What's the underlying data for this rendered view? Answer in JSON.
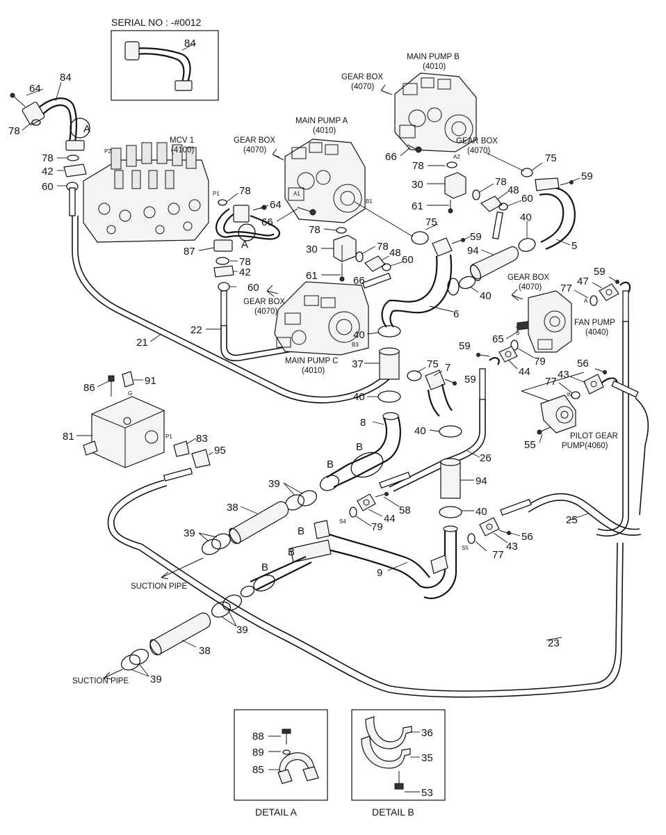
{
  "serial_no": "SERIAL NO : -#0012",
  "components": {
    "mcv1": [
      "MCV 1",
      "(4100)"
    ],
    "main_pump_a": [
      "MAIN PUMP A",
      "(4010)"
    ],
    "main_pump_b": [
      "MAIN PUMP B",
      "(4010)"
    ],
    "main_pump_c": [
      "MAIN PUMP C",
      "(4010)"
    ],
    "gear_box_a": [
      "GEAR BOX",
      "(4070)"
    ],
    "gear_box_b_left": [
      "GEAR BOX",
      "(4070)"
    ],
    "gear_box_b_right": [
      "GEAR BOX",
      "(4070)"
    ],
    "gear_box_c": [
      "GEAR BOX",
      "(4070)"
    ],
    "gear_box_fan": [
      "GEAR BOX",
      "(4070)"
    ],
    "fan_pump": [
      "FAN PUMP",
      "(4040)"
    ],
    "pilot_gear_pump": [
      "PILOT GEAR",
      "PUMP(4060)"
    ],
    "suction_pipe_1": "SUCTION PIPE",
    "suction_pipe_2": "SUCTION PIPE"
  },
  "port_labels": {
    "p2": "P2",
    "p1": "P1",
    "a1": "A1",
    "b1": "B1",
    "a2": "A2",
    "b3": "B3",
    "a": "A",
    "s": "S",
    "in": "IN",
    "g": "G",
    "p1_block": "P1",
    "s4": "S4",
    "s5": "S5"
  },
  "detail_letters": {
    "a_top": "A",
    "a_mid": "A",
    "b1": "B",
    "b2": "B",
    "b3": "B",
    "b4": "B",
    "b5": "B"
  },
  "part_numbers": {
    "n84_inset": "84",
    "n84": "84",
    "n64_tl": "64",
    "n78_tl": "78",
    "n78_b": "78",
    "n42_a": "42",
    "n60_a": "60",
    "n78_c": "78",
    "n64_b": "64",
    "n66_a": "66",
    "n87": "87",
    "n78_d": "78",
    "n42_b": "42",
    "n60_b": "60",
    "n78_e": "78",
    "n30_a": "30",
    "n78_f": "78",
    "n48_a": "48",
    "n60_c": "60",
    "n61_a": "61",
    "n66_b": "66",
    "n75_a": "75",
    "n59_a": "59",
    "n94_a": "94",
    "n66_c": "66",
    "n78_g": "78",
    "n30_b": "30",
    "n78_h": "78",
    "n48_b": "48",
    "n60_d": "60",
    "n61_b": "61",
    "n75_b": "75",
    "n59_b": "59",
    "n40_a": "40",
    "n5": "5",
    "n40_b": "40",
    "n6": "6",
    "n40_c": "40",
    "n37": "37",
    "n75_c": "75",
    "n40_d": "40",
    "n22": "22",
    "n21": "21",
    "n59_c": "59",
    "n47": "47",
    "n77_a": "77",
    "n65": "65",
    "n59_d": "59",
    "n79_a": "79",
    "n44_a": "44",
    "n7": "7",
    "n59_e": "59",
    "n56_a": "56",
    "n43_a": "43",
    "n77_b": "77",
    "n55": "55",
    "n86": "86",
    "n91": "91",
    "n81": "81",
    "n83": "83",
    "n95": "95",
    "n8": "8",
    "n40_e": "40",
    "n26": "26",
    "n94_b": "94",
    "n39_a": "39",
    "n38_a": "38",
    "n58": "58",
    "n44_b": "44",
    "n79_b": "79",
    "n40_f": "40",
    "n25": "25",
    "n56_b": "56",
    "n43_b": "43",
    "n77_c": "77",
    "n39_b": "39",
    "n9": "9",
    "n39_c": "39",
    "n38_b": "38",
    "n39_d": "39",
    "n23": "23",
    "n88": "88",
    "n89": "89",
    "n85": "85",
    "n36": "36",
    "n35": "35",
    "n53": "53"
  },
  "details": {
    "a": "DETAIL A",
    "b": "DETAIL B"
  }
}
